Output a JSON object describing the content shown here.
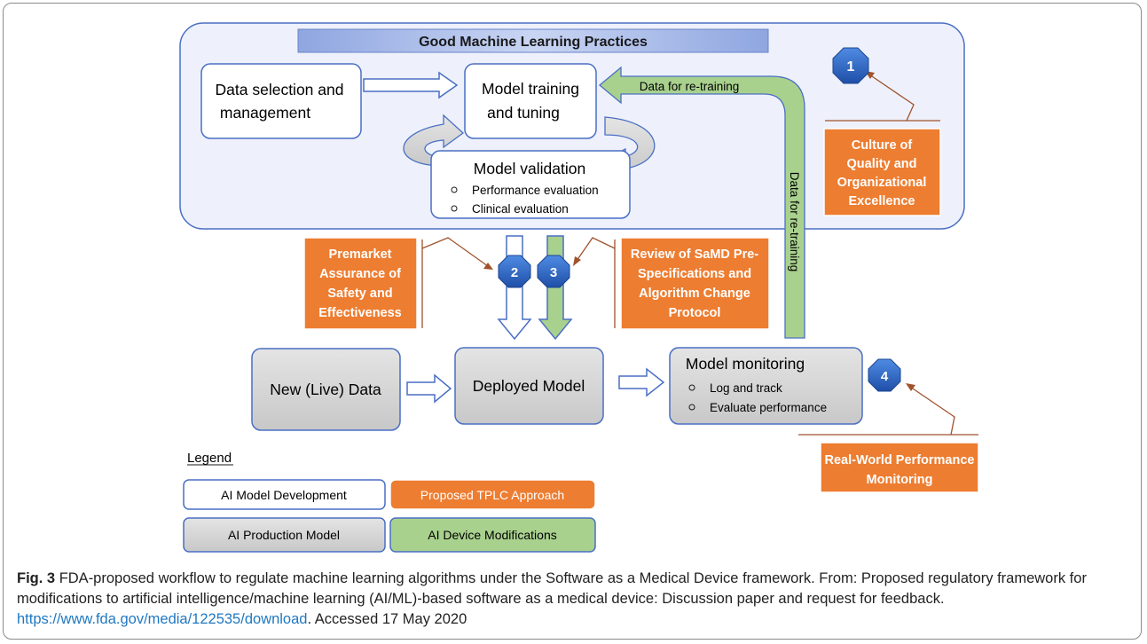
{
  "diagram": {
    "gmlp_title": "Good Machine Learning Practices",
    "data_selection": [
      "Data selection and",
      "management"
    ],
    "model_training": [
      "Model training",
      "and tuning"
    ],
    "model_validation": {
      "title": "Model validation",
      "items": [
        "Performance evaluation",
        "Clinical evaluation"
      ]
    },
    "data_retraining_h": "Data for re-training",
    "data_retraining_v": "Data for re-training",
    "culture": [
      "Culture of",
      "Quality and",
      "Organizational",
      "Excellence"
    ],
    "premarket": [
      "Premarket",
      "Assurance of",
      "Safety and",
      "Effectiveness"
    ],
    "review": [
      "Review of SaMD Pre-",
      "Specifications and",
      "Algorithm Change",
      "Protocol"
    ],
    "new_data": "New (Live) Data",
    "deployed_model": "Deployed Model",
    "model_monitoring": {
      "title": "Model monitoring",
      "items": [
        "Log and track",
        "Evaluate performance"
      ]
    },
    "real_world": [
      "Real-World Performance",
      "Monitoring"
    ],
    "badges": [
      "1",
      "2",
      "3",
      "4"
    ],
    "legend": {
      "title": "Legend",
      "ai_model_development": "AI Model Development",
      "proposed_tplc": "Proposed TPLC Approach",
      "ai_production_model": "AI Production Model",
      "ai_device_modifications": "AI Device Modifications"
    },
    "colors": {
      "orange": "#ED7D31",
      "blue_panel": "#EEF1FB",
      "blue_border": "#4A6FC4",
      "green": "#A9D18E",
      "gray": "#D9D9D9",
      "badge": "#2F6CC9",
      "connector": "#A0522D"
    }
  },
  "caption": {
    "fig_label": "Fig. 3",
    "text": "FDA-proposed workflow to regulate machine learning algorithms under the Software as a Medical Device framework. From: Proposed regulatory framework for modifications to artificial intelligence/machine learning (AI/ML)-based software as a medical device: Discussion paper and request for feedback.",
    "link": "https://www.fda.gov/media/122535/download",
    "accessed": ". Accessed 17 May 2020"
  }
}
